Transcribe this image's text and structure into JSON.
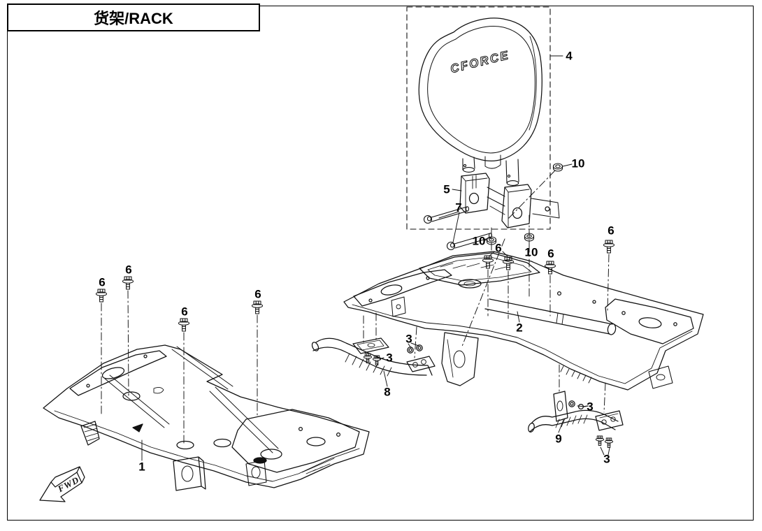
{
  "title": "货架/RACK",
  "diagram": {
    "logo_text": "CFORCE",
    "fwd_label": "FWD"
  },
  "callouts": [
    {
      "part": "4"
    },
    {
      "part": "5"
    },
    {
      "part": "7"
    },
    {
      "part": "10"
    },
    {
      "part": "10"
    },
    {
      "part": "10"
    },
    {
      "part": "6"
    },
    {
      "part": "6"
    },
    {
      "part": "6"
    },
    {
      "part": "6"
    },
    {
      "part": "6"
    },
    {
      "part": "6"
    },
    {
      "part": "6"
    },
    {
      "part": "2"
    },
    {
      "part": "1"
    },
    {
      "part": "8"
    },
    {
      "part": "3"
    },
    {
      "part": "3"
    },
    {
      "part": "3"
    },
    {
      "part": "3"
    },
    {
      "part": "9"
    }
  ]
}
